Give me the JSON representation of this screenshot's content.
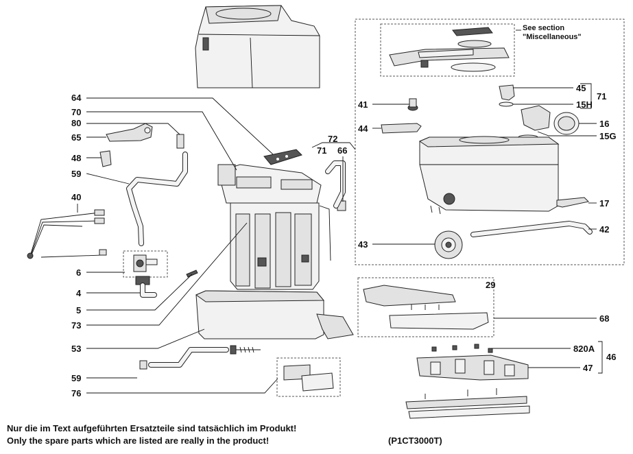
{
  "callouts": {
    "c64": "64",
    "c70": "70",
    "c80": "80",
    "c65": "65",
    "c48": "48",
    "c59a": "59",
    "c40": "40",
    "c6": "6",
    "c4": "4",
    "c5": "5",
    "c73": "73",
    "c53": "53",
    "c59b": "59",
    "c76": "76",
    "c72": "72",
    "c71a": "71",
    "c66": "66",
    "c41": "41",
    "c44": "44",
    "c45": "45",
    "c71b": "71",
    "c15H": "15H",
    "c16": "16",
    "c15G": "15G",
    "c17": "17",
    "c42": "42",
    "c43": "43",
    "c29": "29",
    "c68": "68",
    "c820A": "820A",
    "c46": "46",
    "c47": "47"
  },
  "see_section_line1": "See section",
  "see_section_line2": "\"Miscellaneous\"",
  "footer": {
    "line_de": "Nur die im Text aufgeführten Ersatzteile sind tatsächlich im Produkt!",
    "line_en": "Only the spare parts which are listed are really in the product!",
    "model_code": "(P1CT3000T)"
  }
}
